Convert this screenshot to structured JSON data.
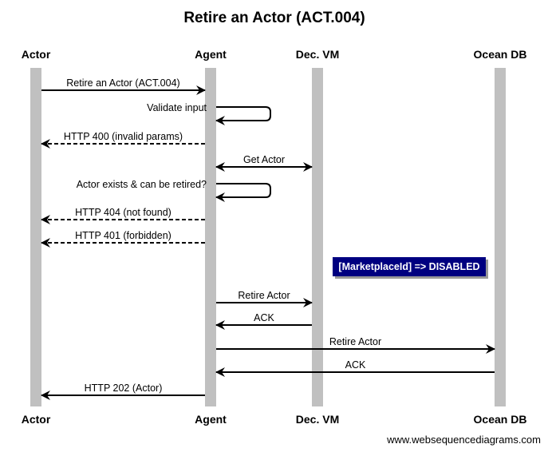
{
  "title": "Retire an Actor (ACT.004)",
  "watermark": "www.websequencediagrams.com",
  "colors": {
    "lifeline": "#c0c0c0",
    "line": "#000000",
    "note_fill": "#000080",
    "note_text": "#ffffff"
  },
  "participants": [
    {
      "id": "actor",
      "label": "Actor"
    },
    {
      "id": "agent",
      "label": "Agent"
    },
    {
      "id": "dvm",
      "label": "Dec. VM"
    },
    {
      "id": "db",
      "label": "Ocean DB"
    }
  ],
  "messages": [
    {
      "from": "actor",
      "to": "agent",
      "label": "Retire an Actor (ACT.004)",
      "style": "solid"
    },
    {
      "from": "agent",
      "to": "agent",
      "label": "Validate input",
      "style": "solid",
      "self": true
    },
    {
      "from": "agent",
      "to": "actor",
      "label": "HTTP 400 (invalid params)",
      "style": "dashed"
    },
    {
      "from": "agent",
      "to": "dvm",
      "label": "Get Actor",
      "style": "solid",
      "both": true
    },
    {
      "from": "agent",
      "to": "agent",
      "label": "Actor exists & can be retired?",
      "style": "solid",
      "self": true
    },
    {
      "from": "agent",
      "to": "actor",
      "label": "HTTP 404 (not found)",
      "style": "dashed"
    },
    {
      "from": "agent",
      "to": "actor",
      "label": "HTTP 401 (forbidden)",
      "style": "dashed"
    },
    {
      "note": true,
      "over": "dvm",
      "label": "[MarketplaceId] => DISABLED"
    },
    {
      "from": "agent",
      "to": "dvm",
      "label": "Retire Actor",
      "style": "solid"
    },
    {
      "from": "dvm",
      "to": "agent",
      "label": "ACK",
      "style": "solid"
    },
    {
      "from": "agent",
      "to": "db",
      "label": "Retire Actor",
      "style": "solid"
    },
    {
      "from": "db",
      "to": "agent",
      "label": "ACK",
      "style": "solid"
    },
    {
      "from": "agent",
      "to": "actor",
      "label": "HTTP 202 (Actor)",
      "style": "solid"
    }
  ]
}
